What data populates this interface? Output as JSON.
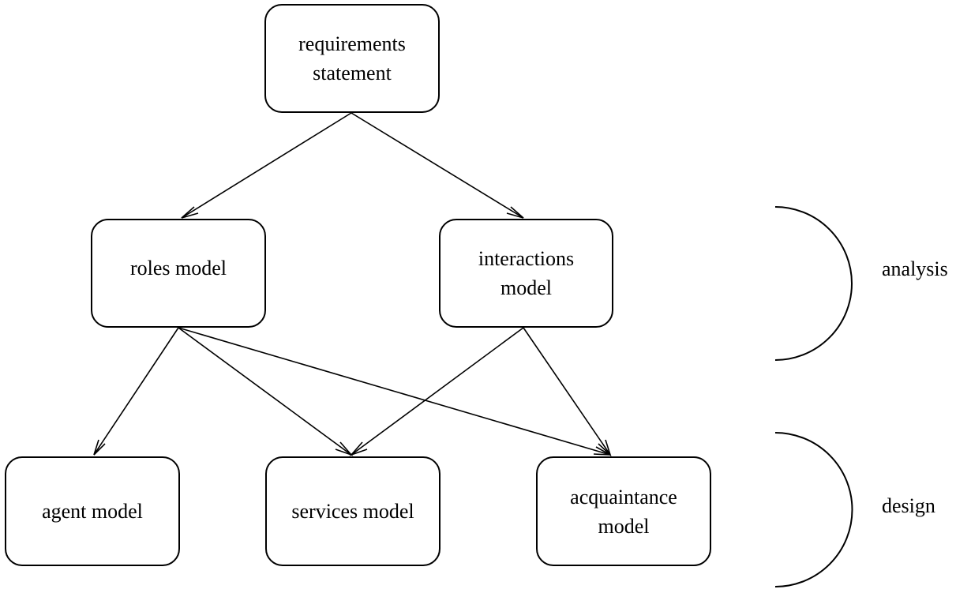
{
  "nodes": {
    "requirements": {
      "line1": "requirements",
      "line2": "statement"
    },
    "roles": {
      "label": "roles model"
    },
    "interactions": {
      "line1": "interactions",
      "line2": "model"
    },
    "agent": {
      "label": "agent model"
    },
    "services": {
      "label": "services model"
    },
    "acquaintance": {
      "line1": "acquaintance",
      "line2": "model"
    }
  },
  "phases": {
    "analysis": "analysis",
    "design": "design"
  },
  "edges": [
    {
      "from": "requirements",
      "to": "roles"
    },
    {
      "from": "requirements",
      "to": "interactions"
    },
    {
      "from": "roles",
      "to": "agent"
    },
    {
      "from": "roles",
      "to": "services"
    },
    {
      "from": "roles",
      "to": "acquaintance"
    },
    {
      "from": "interactions",
      "to": "services"
    },
    {
      "from": "interactions",
      "to": "acquaintance"
    }
  ]
}
